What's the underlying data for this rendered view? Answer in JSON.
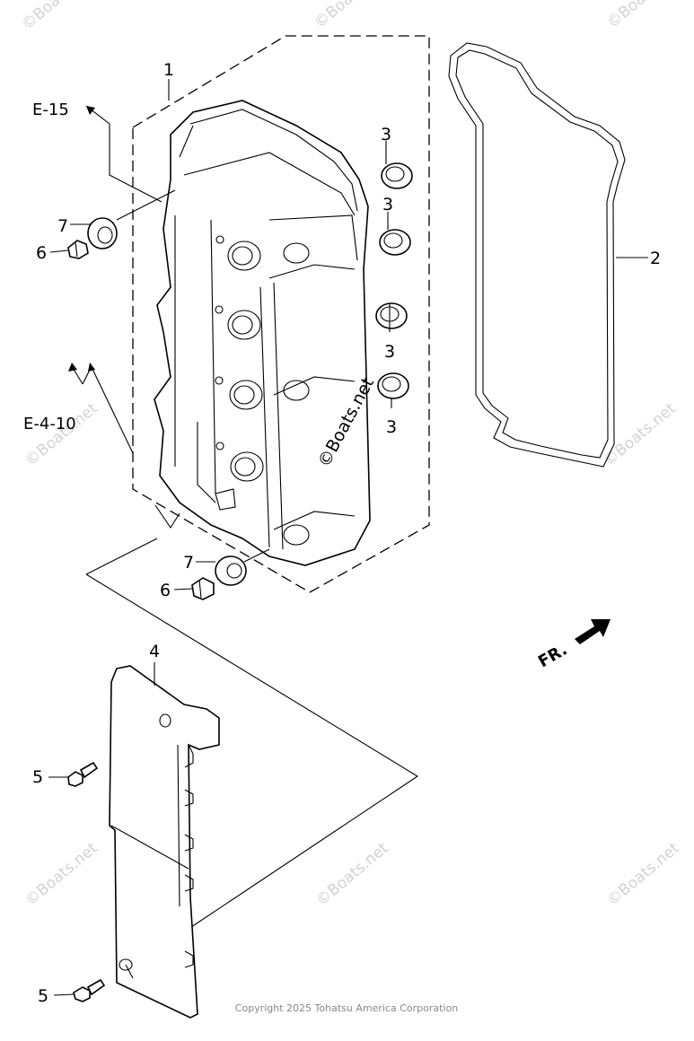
{
  "callouts": {
    "part1": "1",
    "part2": "2",
    "part3a": "3",
    "part3b": "3",
    "part3c": "3",
    "part3d": "3",
    "part4": "4",
    "part5a": "5",
    "part5b": "5",
    "part6a": "6",
    "part6b": "6",
    "part7a": "7",
    "part7b": "7"
  },
  "references": {
    "top": "E-15",
    "left": "E-4-10"
  },
  "direction": "FR.",
  "watermark": "©Boats.net",
  "copyright": "Copyright 2025 Tohatsu America Corporation"
}
